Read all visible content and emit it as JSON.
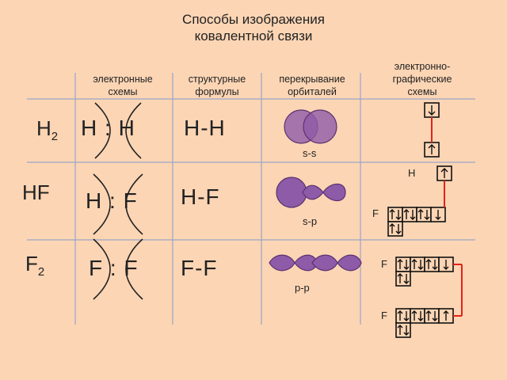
{
  "title_line1": "Способы изображения",
  "title_line2": "ковалентной связи",
  "columns": {
    "electron_schemes": [
      "электронные",
      "схемы"
    ],
    "structural": [
      "структурные",
      "формулы"
    ],
    "overlap": [
      "перекрывание",
      "орбиталей"
    ],
    "graphic": [
      "электронно-",
      "графические",
      "схемы"
    ]
  },
  "rows": [
    {
      "molecule": "H",
      "subscript": "2",
      "dot_left": "H",
      "dot_right": "H",
      "dots": ":",
      "structural": "H-H",
      "overlap_label": "s-s"
    },
    {
      "molecule": "HF",
      "subscript": "",
      "dot_left": "H",
      "dot_right": "F",
      "dots": ":",
      "structural": "H-F",
      "overlap_label": "s-p"
    },
    {
      "molecule": "F",
      "subscript": "2",
      "dot_left": "F",
      "dot_right": "F",
      "dots": ":",
      "structural": "F-F",
      "overlap_label": "p-p"
    }
  ],
  "graphic_labels": {
    "hf_h": "H",
    "hf_f": "F",
    "f2_top": "F",
    "f2_bottom": "F"
  },
  "colors": {
    "background": "#fcd5b4",
    "grid": "#9aa6c8",
    "orbital": "#8e5ba8",
    "bond": "#e2231a"
  }
}
